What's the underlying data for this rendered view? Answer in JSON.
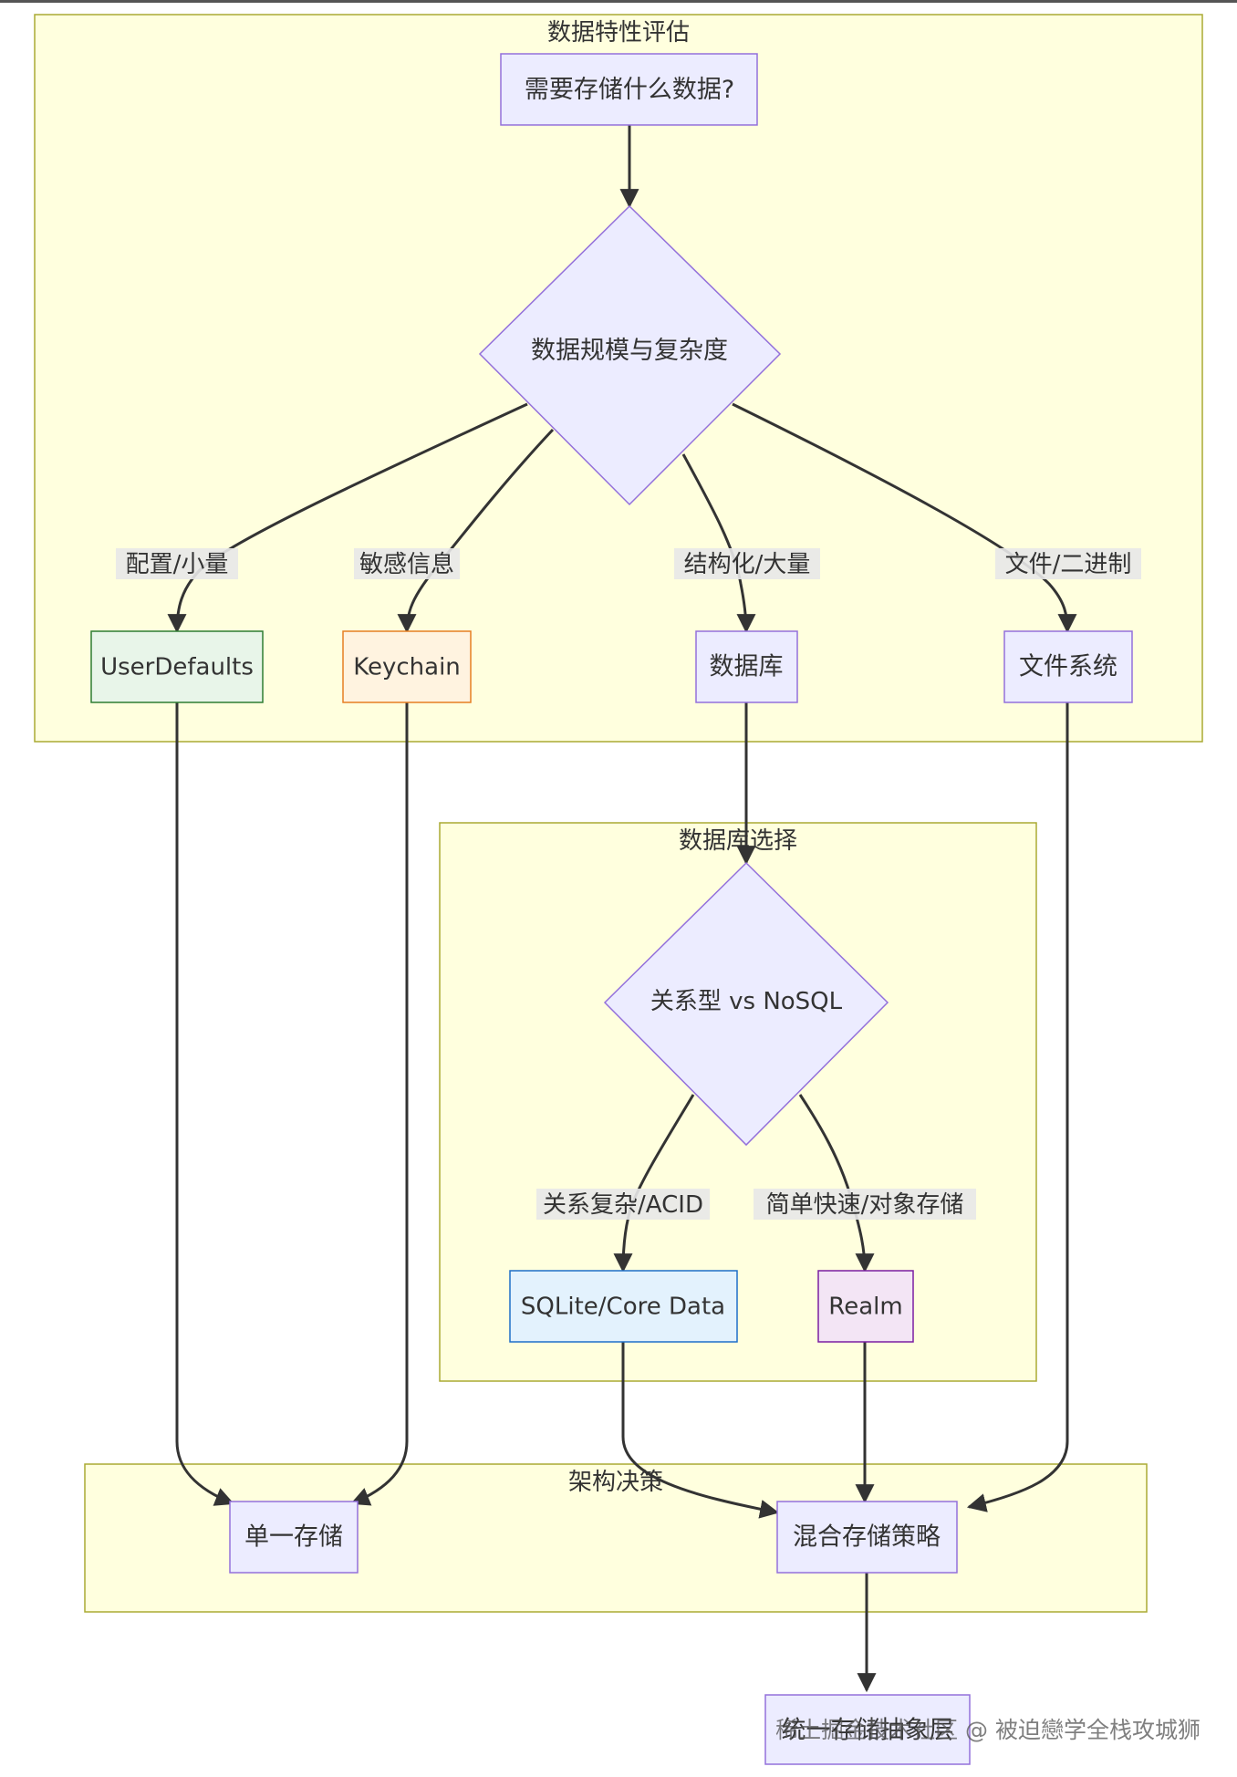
{
  "groups": {
    "evaluate": {
      "title": "数据特性评估"
    },
    "db_select": {
      "title": "数据库选择"
    },
    "architecture": {
      "title": "架构决策"
    }
  },
  "nodes": {
    "start": "需要存储什么数据?",
    "scale": "数据规模与复杂度",
    "userdefaults": "UserDefaults",
    "keychain": "Keychain",
    "database": "数据库",
    "filesystem": "文件系统",
    "rel_vs_nosql": "关系型 vs NoSQL",
    "sqlite": "SQLite/Core Data",
    "realm": "Realm",
    "single": "单一存储",
    "hybrid": "混合存储策略",
    "unified": "统一存储抽象层"
  },
  "edge_labels": {
    "config_small": "配置/小量",
    "sensitive": "敏感信息",
    "structured": "结构化/大量",
    "file_binary": "文件/二进制",
    "relational_acid": "关系复杂/ACID",
    "simple_object": "简单快速/对象存储"
  },
  "watermark": "稀土掘金技术社区 @ 被迫戀学全栈攻城狮",
  "colors": {
    "cluster_fill": "#ffffde",
    "cluster_stroke": "#aaaa33",
    "node_fill": "#ececff",
    "node_stroke": "#9370db",
    "userdefaults_fill": "#e8f5e9",
    "userdefaults_stroke": "#2e7d32",
    "keychain_fill": "#fff3e0",
    "keychain_stroke": "#e67e22",
    "sqlite_fill": "#e3f2fd",
    "sqlite_stroke": "#1e6fc8",
    "realm_fill": "#f3e5f5",
    "realm_stroke": "#7b1fa2",
    "edge": "#333333",
    "label_bg": "#e8e8e8"
  }
}
